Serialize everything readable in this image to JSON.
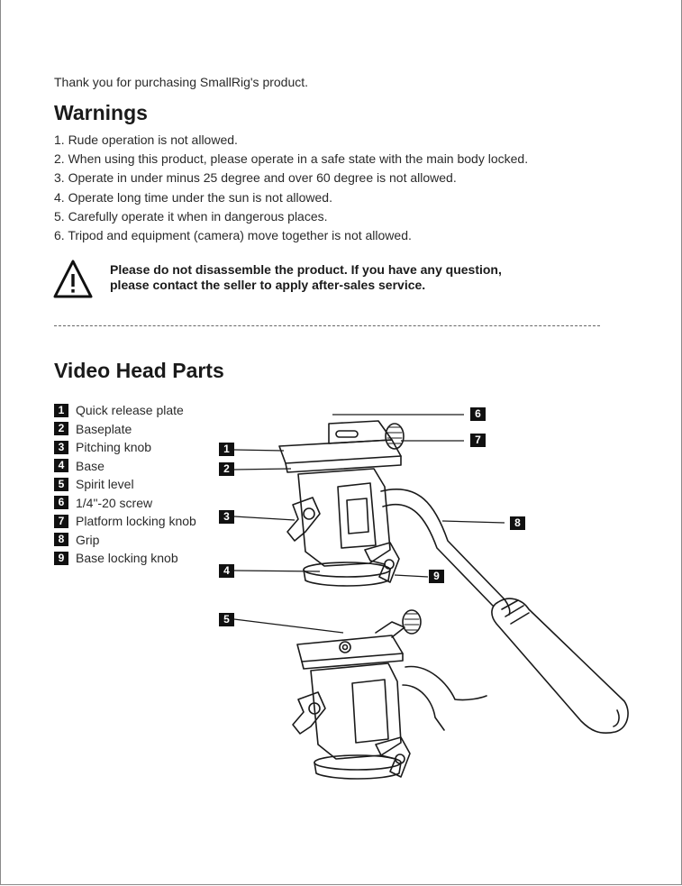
{
  "intro": "Thank you for purchasing SmallRig's product.",
  "warnings": {
    "title": "Warnings",
    "items": [
      "1. Rude operation is not allowed.",
      "2. When using this product, please operate in a safe state with the main body locked.",
      "3. Operate in under minus 25 degree and over 60 degree is not allowed.",
      "4. Operate long time under the sun is not allowed.",
      "5. Carefully operate it when in dangerous places.",
      "6. Tripod and equipment (camera) move together is not allowed."
    ],
    "notice_line1": "Please do not disassemble the product. If you have any question,",
    "notice_line2": "please contact the seller to apply after-sales service.",
    "notice_icon": "warning-triangle-icon"
  },
  "parts": {
    "title": "Video Head Parts",
    "items": [
      {
        "num": "1",
        "label": "Quick release plate"
      },
      {
        "num": "2",
        "label": "Baseplate"
      },
      {
        "num": "3",
        "label": "Pitching knob"
      },
      {
        "num": "4",
        "label": "Base"
      },
      {
        "num": "5",
        "label": "Spirit level"
      },
      {
        "num": "6",
        "label": "1/4\"-20 screw"
      },
      {
        "num": "7",
        "label": "Platform locking knob"
      },
      {
        "num": "8",
        "label": "Grip"
      },
      {
        "num": "9",
        "label": "Base locking knob"
      }
    ]
  }
}
